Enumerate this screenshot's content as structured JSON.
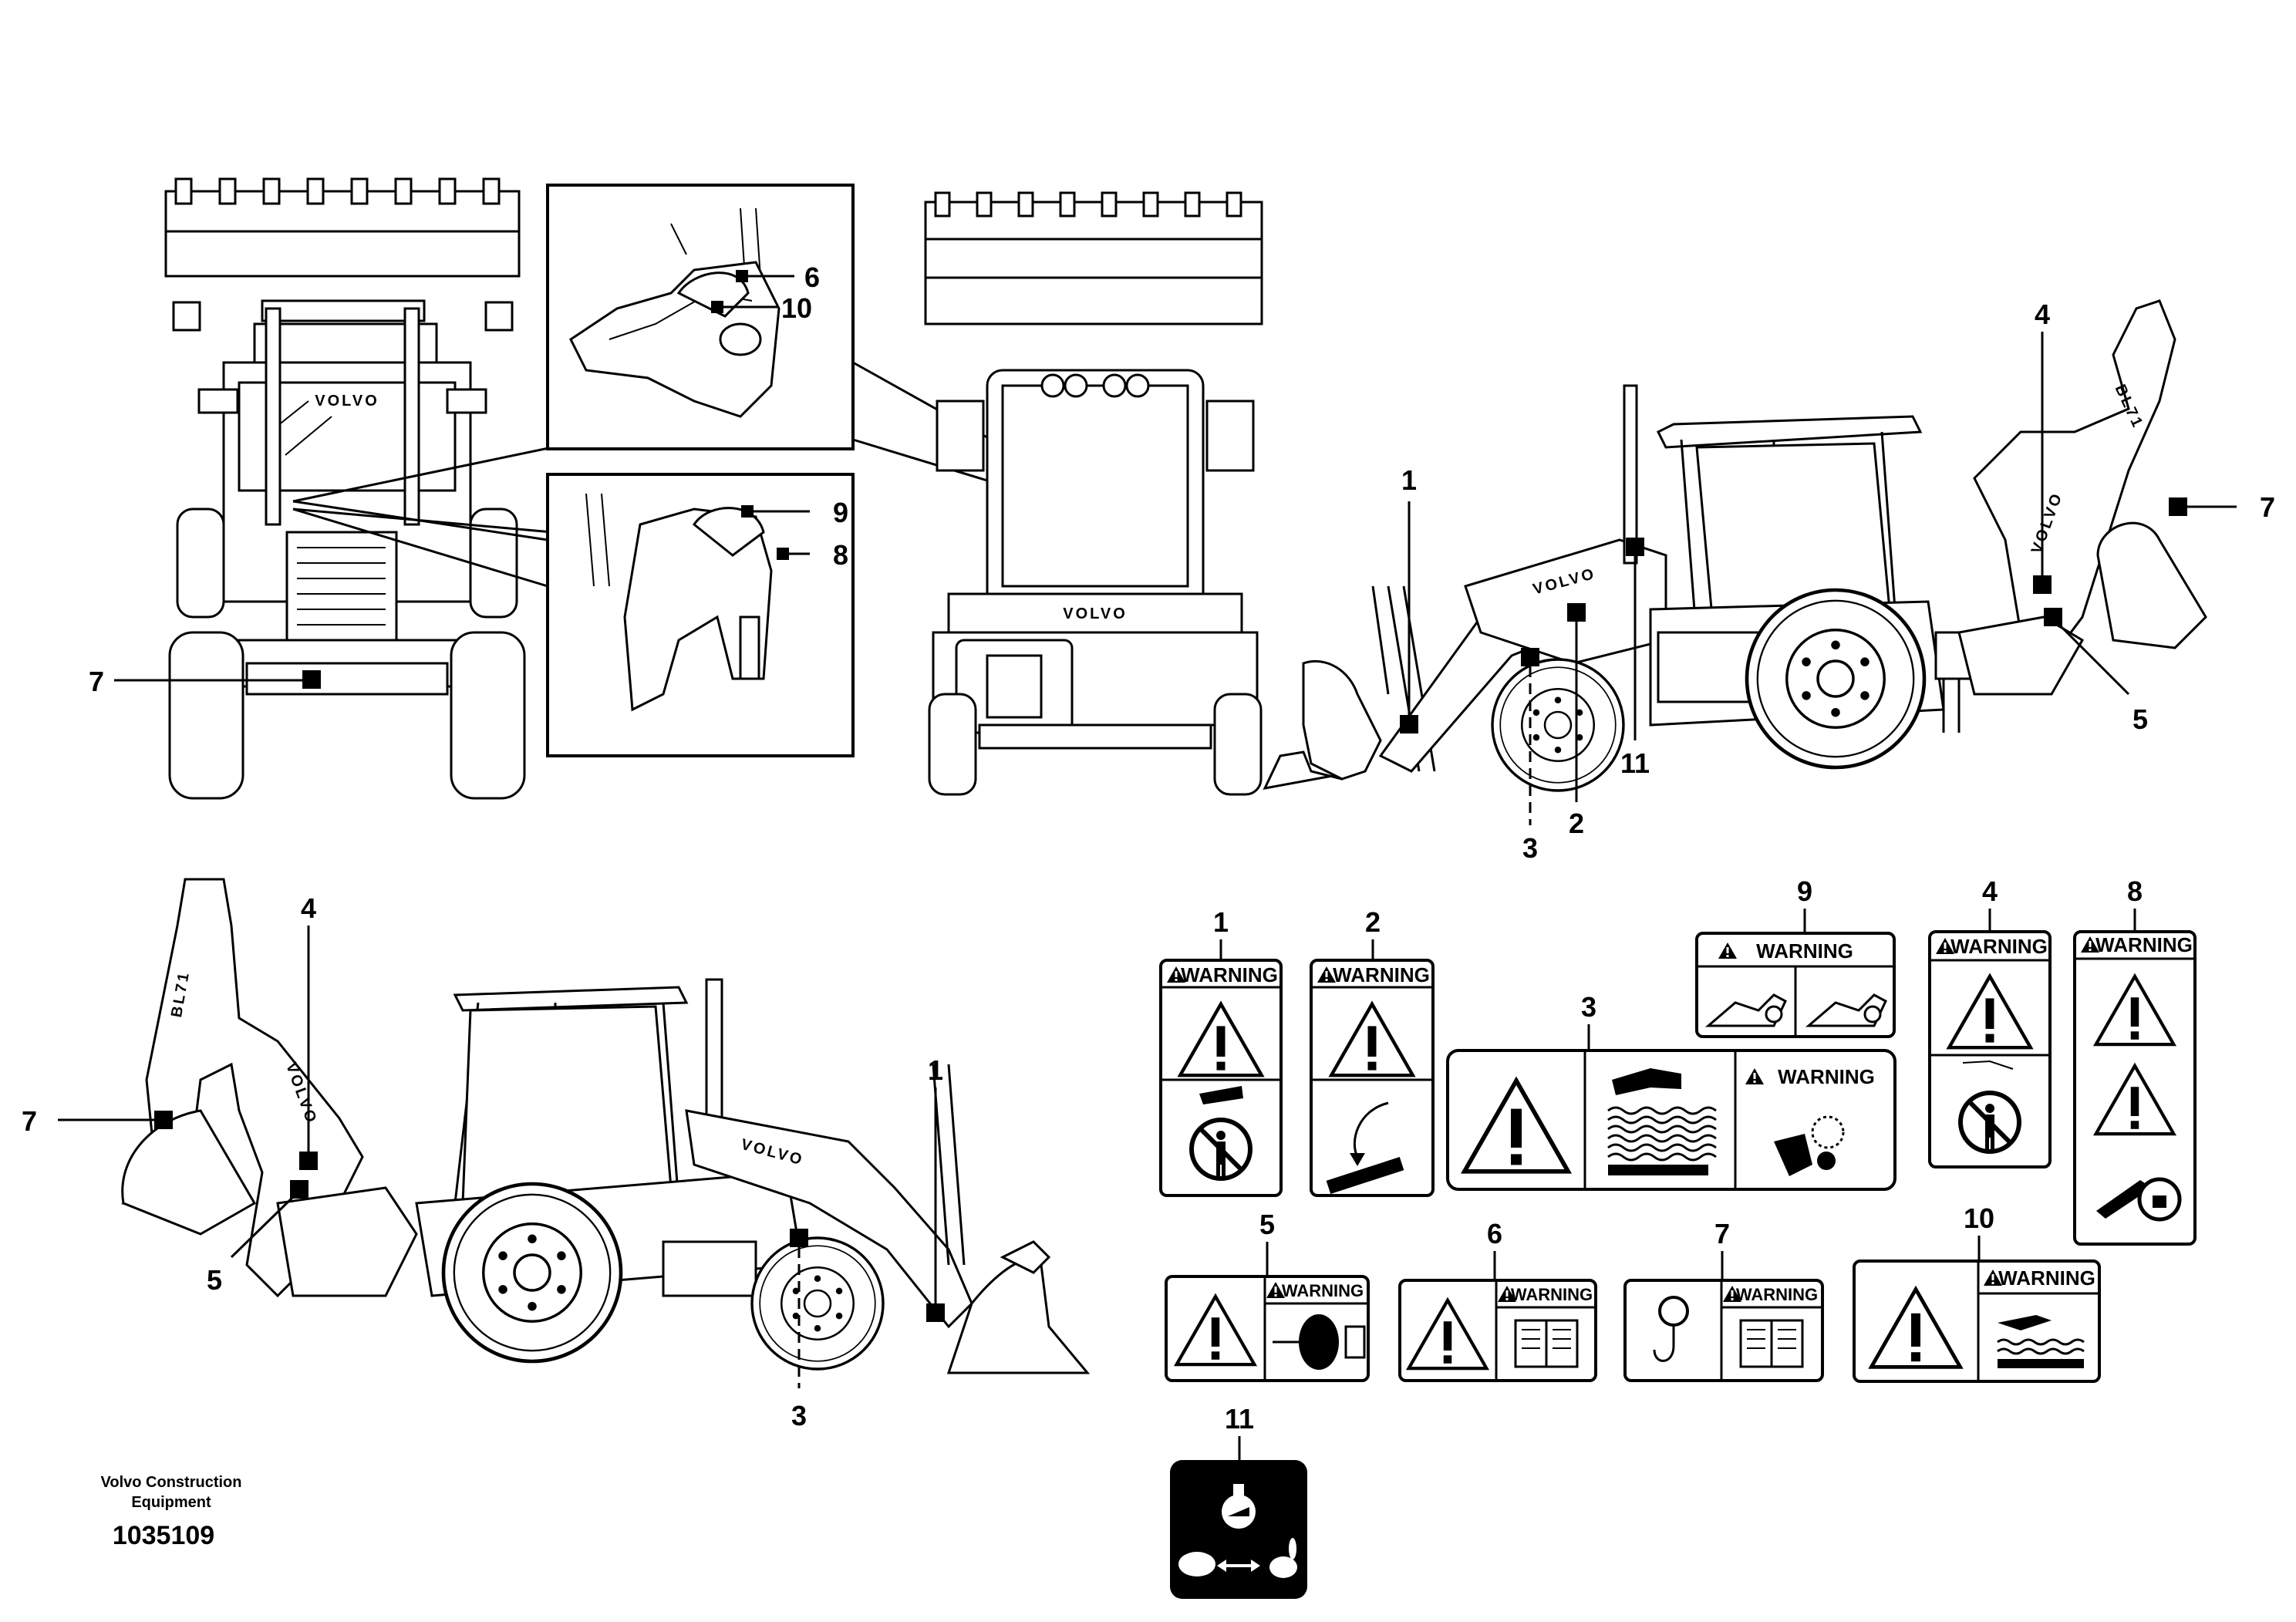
{
  "brand_logo": "VOLVO",
  "model_logo": "BL71",
  "warning_word": "WARNING",
  "credit": {
    "line1": "Volvo Construction",
    "line2": "Equipment",
    "doc_number": "1035109"
  },
  "callouts": {
    "front_view": [
      "7"
    ],
    "zoom_upper": [
      "6",
      "10"
    ],
    "zoom_lower": [
      "9",
      "8"
    ],
    "right_side": [
      "1",
      "3",
      "2",
      "11",
      "4",
      "7",
      "5"
    ],
    "left_side": [
      "4",
      "7",
      "5",
      "3",
      "1"
    ]
  },
  "decals": [
    {
      "number": "1",
      "header": "WARNING"
    },
    {
      "number": "2",
      "header": "WARNING"
    },
    {
      "number": "3",
      "header": "WARNING"
    },
    {
      "number": "4",
      "header": "WARNING"
    },
    {
      "number": "5",
      "header": "WARNING"
    },
    {
      "number": "6",
      "header": "WARNING"
    },
    {
      "number": "7",
      "header": "WARNING"
    },
    {
      "number": "8",
      "header": "WARNING"
    },
    {
      "number": "9",
      "header": "WARNING"
    },
    {
      "number": "10",
      "header": "WARNING"
    },
    {
      "number": "11",
      "header": ""
    }
  ]
}
